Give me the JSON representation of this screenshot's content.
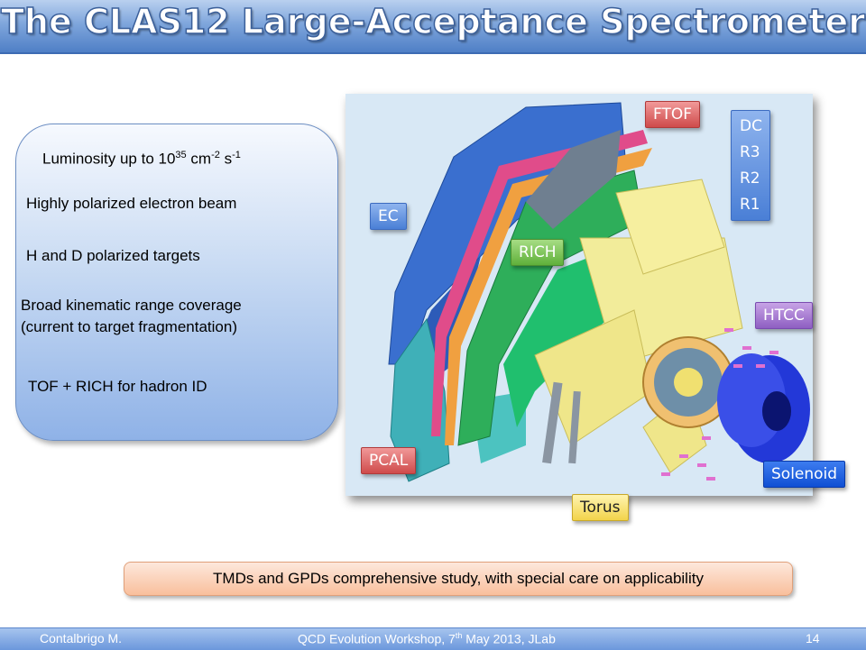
{
  "slide": {
    "title": "The CLAS12 Large-Acceptance Spectrometer"
  },
  "features": {
    "luminosity_prefix": "Luminosity up to 10",
    "luminosity_exp": "35",
    "luminosity_unit1": " cm",
    "luminosity_exp2": "-2",
    "luminosity_unit2": " s",
    "luminosity_exp3": "-1",
    "beam": "Highly polarized electron beam",
    "targets": "H and D polarized targets",
    "kinematic_line1": "Broad kinematic range coverage",
    "kinematic_line2": "(current to target fragmentation)",
    "hadron_id": "TOF + RICH for hadron ID"
  },
  "detector_labels": {
    "ftof": "FTOF",
    "dc": "DC",
    "dc_r3": "R3",
    "dc_r2": "R2",
    "dc_r1": "R1",
    "ec": "EC",
    "rich": "RICH",
    "htcc": "HTCC",
    "pcal": "PCAL",
    "solenoid": "Solenoid",
    "torus": "Torus"
  },
  "summary": "TMDs and GPDs comprehensive study, with special care on applicability",
  "footer": {
    "author": "Contalbrigo M.",
    "event_prefix": "QCD Evolution Workshop, 7",
    "event_sup": "th",
    "event_suffix": " May 2013, JLab",
    "page_number": "14"
  },
  "colors": {
    "title_gradient_bottom": "#4f7fc6",
    "label_blue": "#4a7fd6",
    "label_red": "#cf4b4b",
    "label_green": "#5fb03a",
    "label_purple": "#8e5fc2",
    "label_yellow": "#f2d34a",
    "summary_fill": "#f9bf9c"
  }
}
